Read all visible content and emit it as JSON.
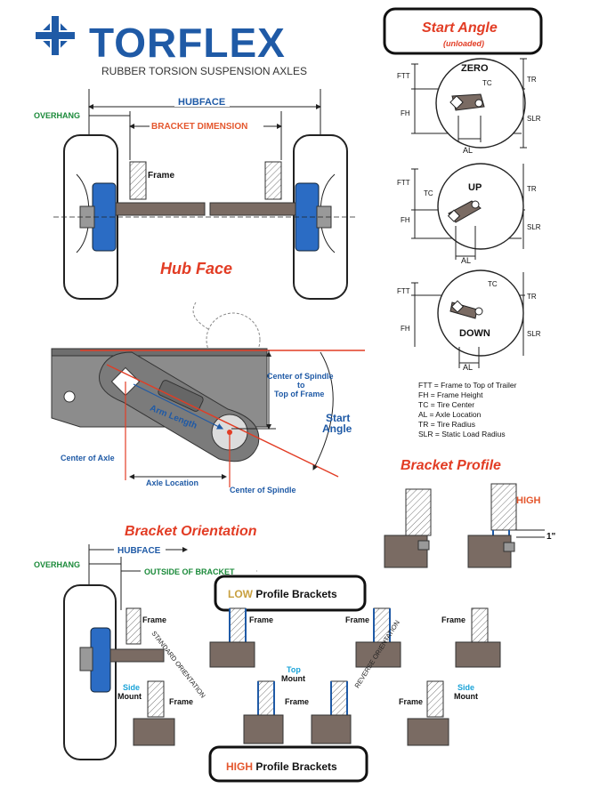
{
  "brand": {
    "name": "TORFLEX",
    "tagline": "RUBBER TORSION SUSPENSION AXLES",
    "color": "#1f5aa6"
  },
  "hubface_diagram": {
    "hubface": "HUBFACE",
    "overhang": "OVERHANG",
    "bracket_dimension": "BRACKET DIMENSION",
    "frame": "Frame",
    "title": "Hub Face"
  },
  "start_angle": {
    "title": "Start Angle",
    "subtitle": "(unloaded)",
    "zero": "ZERO",
    "up": "UP",
    "down": "DOWN",
    "ftt": "FTT",
    "fh": "FH",
    "tc": "TC",
    "tr": "TR",
    "slr": "SLR",
    "al": "AL",
    "legend": [
      "FTT = Frame to Top of Trailer",
      "FH = Frame Height",
      "TC = Tire Center",
      "AL = Axle Location",
      "TR = Tire Radius",
      "SLR = Static Load Radius"
    ]
  },
  "arm_diagram": {
    "center_spindle_top": "Center of Spindle",
    "to": "to",
    "top_of_frame": "Top of Frame",
    "start_angle_1": "Start",
    "start_angle_2": "Angle",
    "arm_length": "Arm Length",
    "center_of_axle": "Center of Axle",
    "axle_location": "Axle Location",
    "center_of_spindle": "Center of Spindle"
  },
  "bracket_profile": {
    "title": "Bracket Profile",
    "high": "HIGH",
    "one_inch": "1\""
  },
  "bracket_orientation": {
    "title": "Bracket Orientation",
    "hubface": "HUBFACE",
    "overhang": "OVERHANG",
    "outside_of_bracket": "OUTSIDE OF BRACKET",
    "frame": "Frame",
    "low_prefix": "LOW",
    "low_suffix": " Profile Brackets",
    "high_prefix": "HIGH",
    "high_suffix": " Profile Brackets",
    "side": "Side",
    "mount": "Mount",
    "top": "Top",
    "standard_orientation": "STANDARD ORIENTATION",
    "reverse_orientation": "REVERSE ORIENTATION"
  }
}
